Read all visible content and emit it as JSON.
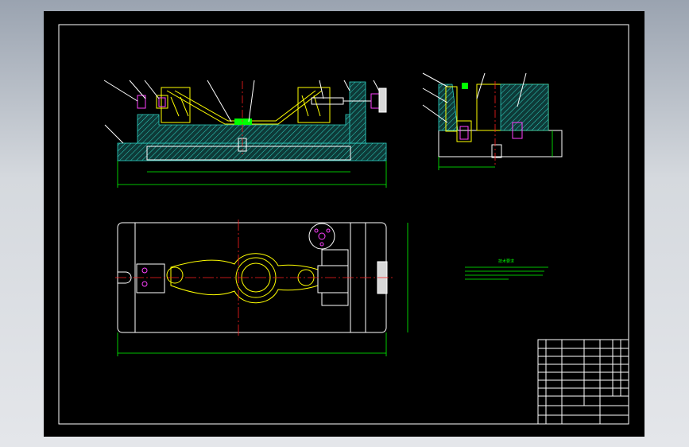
{
  "drawing": {
    "title": "",
    "notes_heading": "技术要求",
    "notes_lines": [],
    "balloon_count_front": 9,
    "balloon_count_side": 5
  },
  "colors": {
    "sheet_background": "#000000",
    "outline": "#ffffff",
    "part_lines": "#ffff00",
    "center_lines": "#ff2020",
    "dimensions": "#00ff00",
    "fasteners": "#ff40ff",
    "section_hatch": "#2fd3c3"
  },
  "title_block": {
    "rows": 8,
    "columns": 7
  }
}
